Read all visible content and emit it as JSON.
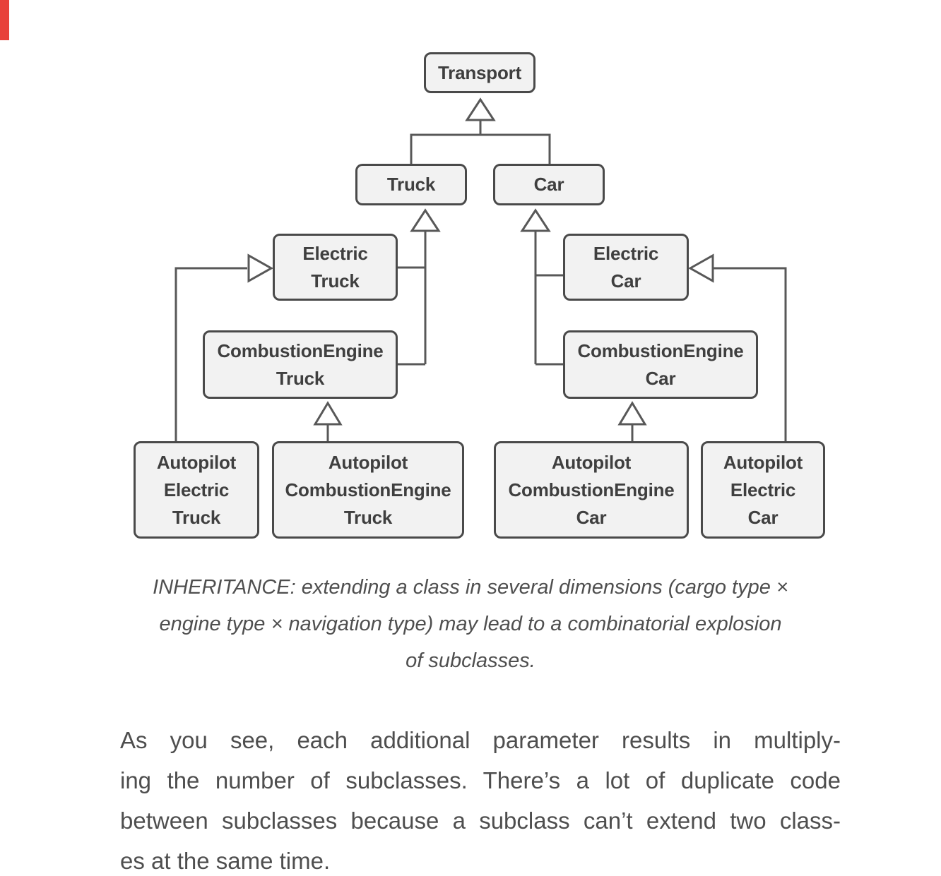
{
  "page": {
    "background": "#ffffff",
    "red_marker_color": "#e8413a"
  },
  "diagram": {
    "type": "uml-class-inheritance",
    "colors": {
      "node_fill": "#f2f2f2",
      "node_border": "#4a4a4a",
      "node_text": "#3f3f3f",
      "connector": "#585858"
    },
    "nodes": [
      {
        "id": "transport",
        "label": "Transport"
      },
      {
        "id": "truck",
        "label": "Truck"
      },
      {
        "id": "car",
        "label": "Car"
      },
      {
        "id": "electric-truck",
        "label": "Electric\nTruck"
      },
      {
        "id": "combustion-engine-truck",
        "label": "CombustionEngine\nTruck"
      },
      {
        "id": "electric-car",
        "label": "Electric\nCar"
      },
      {
        "id": "combustion-engine-car",
        "label": "CombustionEngine\nCar"
      },
      {
        "id": "autopilot-electric-truck",
        "label": "Autopilot\nElectric\nTruck"
      },
      {
        "id": "autopilot-combustion-engine-truck",
        "label": "Autopilot\nCombustionEngine\nTruck"
      },
      {
        "id": "autopilot-combustion-engine-car",
        "label": "Autopilot\nCombustionEngine\nCar"
      },
      {
        "id": "autopilot-electric-car",
        "label": "Autopilot\nElectric\nCar"
      }
    ],
    "edges": [
      {
        "from": "truck",
        "to": "transport",
        "type": "inheritance"
      },
      {
        "from": "car",
        "to": "transport",
        "type": "inheritance"
      },
      {
        "from": "electric-truck",
        "to": "truck",
        "type": "inheritance"
      },
      {
        "from": "combustion-engine-truck",
        "to": "truck",
        "type": "inheritance"
      },
      {
        "from": "electric-car",
        "to": "car",
        "type": "inheritance"
      },
      {
        "from": "combustion-engine-car",
        "to": "car",
        "type": "inheritance"
      },
      {
        "from": "autopilot-electric-truck",
        "to": "electric-truck",
        "type": "inheritance"
      },
      {
        "from": "autopilot-combustion-engine-truck",
        "to": "combustion-engine-truck",
        "type": "inheritance"
      },
      {
        "from": "autopilot-combustion-engine-car",
        "to": "combustion-engine-car",
        "type": "inheritance"
      },
      {
        "from": "autopilot-electric-car",
        "to": "electric-car",
        "type": "inheritance"
      }
    ]
  },
  "caption": {
    "lines": [
      "INHERITANCE: extending a class in several dimensions (cargo type ×",
      "engine type × navigation type) may lead to a combinatorial explosion",
      "of subclasses."
    ]
  },
  "paragraph": {
    "lines": [
      "As you see, each additional parameter results in multiply-",
      "ing the number of subclasses. There’s a lot of duplicate code",
      "between subclasses because a subclass can’t extend two class-",
      "es at the same time."
    ]
  }
}
